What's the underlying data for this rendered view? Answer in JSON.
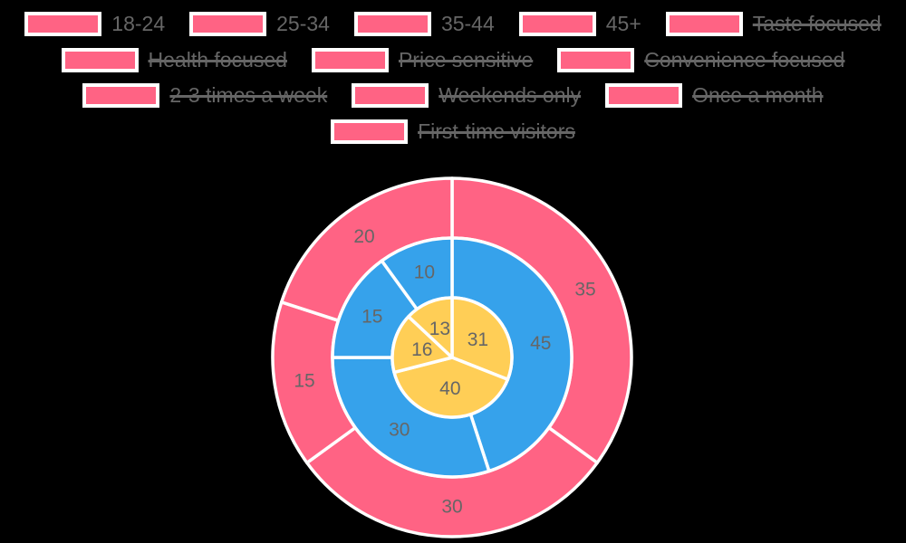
{
  "background": "#000000",
  "text_color": "#666666",
  "legend": {
    "swatch_color": "#FF6384",
    "swatch_border_color": "#FFFFFF",
    "rows": [
      [
        {
          "label": "18-24",
          "hidden": false
        },
        {
          "label": "25-34",
          "hidden": false
        },
        {
          "label": "35-44",
          "hidden": false
        },
        {
          "label": "45+",
          "hidden": false
        },
        {
          "label": "Taste focused",
          "hidden": true
        }
      ],
      [
        {
          "label": "Health focused",
          "hidden": true
        },
        {
          "label": "Price sensitive",
          "hidden": true
        },
        {
          "label": "Convenience focused",
          "hidden": true
        }
      ],
      [
        {
          "label": "2-3 times a week",
          "hidden": true
        },
        {
          "label": "Weekends only",
          "hidden": true
        },
        {
          "label": "Once a month",
          "hidden": true
        }
      ],
      [
        {
          "label": "First-time visitors",
          "hidden": true
        }
      ]
    ]
  },
  "chart_data": {
    "type": "donut",
    "description": "Multi-ring doughnut; three concentric rings, segments start at 12 o'clock and run clockwise; white borders; gray value labels centered in each segment.",
    "visible_categories": [
      "18-24",
      "25-34",
      "35-44",
      "45+"
    ],
    "hidden_categories": [
      "Taste focused",
      "Health focused",
      "Price sensitive",
      "Convenience focused",
      "2-3 times a week",
      "Weekends only",
      "Once a month",
      "First-time visitors"
    ],
    "start_angle_deg": 0,
    "direction": "clockwise",
    "border_color": "#FFFFFF",
    "label_color": "#666666",
    "series": [
      {
        "name": "outer-ring",
        "color": "#FF6384",
        "values": [
          35,
          30,
          15,
          20
        ]
      },
      {
        "name": "middle-ring",
        "color": "#36A2EB",
        "values": [
          45,
          30,
          15,
          10
        ]
      },
      {
        "name": "inner-ring",
        "color": "#FFCE56",
        "values": [
          31,
          40,
          16,
          13
        ]
      }
    ]
  }
}
